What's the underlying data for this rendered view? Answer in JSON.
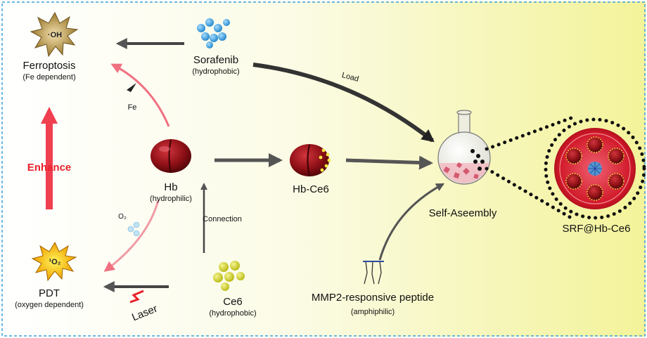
{
  "labels": {
    "oh": "·OH",
    "o2_singlet": "¹O₂",
    "ferroptosis": "Ferroptosis",
    "fe_dependent": "(Fe dependent)",
    "fe": "Fe",
    "enhance": "Enhance",
    "pdt": "PDT",
    "oxygen_dependent": "(oxygen dependent)",
    "laser": "Laser",
    "o2": "O₂",
    "sorafenib": "Sorafenib",
    "sorafenib_prop": "(hydrophobic)",
    "load": "Load",
    "hb": "Hb",
    "hb_prop": "(hydrophilic)",
    "connection": "Connection",
    "ce6": "Ce6",
    "ce6_prop": "(hydrophobic)",
    "hb_ce6": "Hb-Ce6",
    "self_assembly": "Self-Aseembly",
    "peptide": "MMP2-responsive peptide",
    "peptide_prop": "(amphiphilic)",
    "product": "SRF@Hb-Ce6"
  },
  "colors": {
    "border": "#3aa0d8",
    "hb_red": "#8e1016",
    "sorafenib_blue": "#2a9ee0",
    "ce6_yellow": "#d8d820",
    "enhance_red": "#e8202a",
    "arrow_gray": "#555555"
  }
}
